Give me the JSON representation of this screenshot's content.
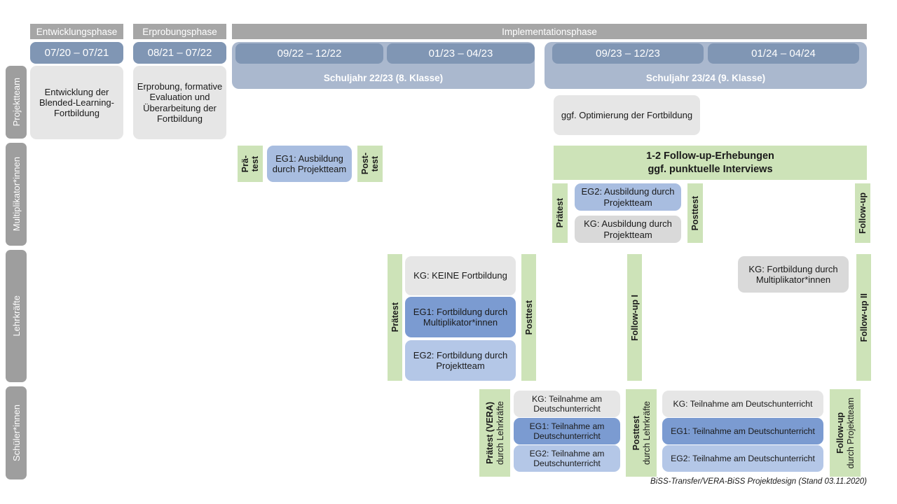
{
  "header": {
    "phases": [
      {
        "label": "Entwicklungsphase"
      },
      {
        "label": "Erprobungsphase"
      },
      {
        "label": "Implementationsphase"
      }
    ],
    "periods": [
      {
        "label": "07/20 – 07/21"
      },
      {
        "label": "08/21 – 07/22"
      },
      {
        "label": "09/22 – 12/22"
      },
      {
        "label": "01/23 – 04/23"
      },
      {
        "label": "09/23 – 12/23"
      },
      {
        "label": "01/24 – 04/24"
      }
    ],
    "school_years": [
      {
        "label": "Schuljahr 22/23 (8. Klasse)"
      },
      {
        "label": "Schuljahr 23/24 (9. Klasse)"
      }
    ]
  },
  "rows": {
    "projektteam": {
      "label": "Projektteam",
      "blocks": [
        {
          "text": "Entwicklung der Blended-Learning-Fortbildung"
        },
        {
          "text": "Erprobung, formative Evaluation und Überarbeitung der Fortbildung"
        },
        {
          "text": "ggf. Optimierung der Fortbildung"
        }
      ]
    },
    "multiplikatoren": {
      "label": "Multiplikator*innen",
      "banner": "1-2 Follow-up-Erhebungen\nggf. punktuelle Interviews",
      "banner_line1": "1-2 Follow-up-Erhebungen",
      "banner_line2": "ggf. punktuelle Interviews",
      "strips": [
        {
          "main": "Prä-",
          "sub": "test"
        },
        {
          "main": "Post-",
          "sub": "test"
        },
        {
          "main": "Prätest",
          "sub": ""
        },
        {
          "main": "Posttest",
          "sub": ""
        },
        {
          "main": "Follow-up",
          "sub": ""
        }
      ],
      "blocks": [
        {
          "text": "EG1: Ausbildung durch Projektteam"
        },
        {
          "text": "EG2: Ausbildung durch Projektteam"
        },
        {
          "text": "KG: Ausbildung durch Projektteam"
        }
      ]
    },
    "lehrkraefte": {
      "label": "Lehrkräfte",
      "strips": [
        {
          "main": "Prätest",
          "sub": ""
        },
        {
          "main": "Posttest",
          "sub": ""
        },
        {
          "main": "Follow-up I",
          "sub": ""
        },
        {
          "main": "Follow-up II",
          "sub": ""
        }
      ],
      "blocks": [
        {
          "text": "KG:  KEINE Fortbildung"
        },
        {
          "text": "EG1: Fortbildung durch Multiplikator*innen"
        },
        {
          "text": "EG2: Fortbildung durch Projektteam"
        },
        {
          "text": "KG: Fortbildung durch Multiplikator*innen"
        }
      ]
    },
    "schueler": {
      "label": "Schüler*innen",
      "strips": [
        {
          "main": "Prätest (VERA)",
          "sub": "durch Lehrkräfte"
        },
        {
          "main": "Posttest",
          "sub": "durch Lehrkräfte"
        },
        {
          "main": "Follow-up",
          "sub": "durch Projektteam"
        }
      ],
      "blocks_left": [
        {
          "text": "KG: Teilnahme am Deutschunterricht"
        },
        {
          "text": "EG1: Teilnahme am Deutschunterricht"
        },
        {
          "text": "EG2: Teilnahme am Deutschunterricht"
        }
      ],
      "blocks_right": [
        {
          "text": "KG: Teilnahme am Deutschunterricht"
        },
        {
          "text": "EG1: Teilnahme am Deutschunterricht"
        },
        {
          "text": "EG2: Teilnahme am Deutschunterricht"
        }
      ]
    }
  },
  "footer": {
    "text": "BiSS-Transfer/VERA-BiSS Projektdesign (Stand 03.11.2020)"
  },
  "colors": {
    "phase_bar": "#a6a6a6",
    "period_chip": "#8096b4",
    "year_band": "#aab8ce",
    "row_label": "#9e9e9e",
    "green": "#cde3b8",
    "grey_block": "#e6e6e6",
    "grey_block_alt": "#d9d9d9",
    "blue_dark": "#7b9bd1",
    "blue_mid": "#a8bde0",
    "blue_light": "#b4c7e7"
  }
}
